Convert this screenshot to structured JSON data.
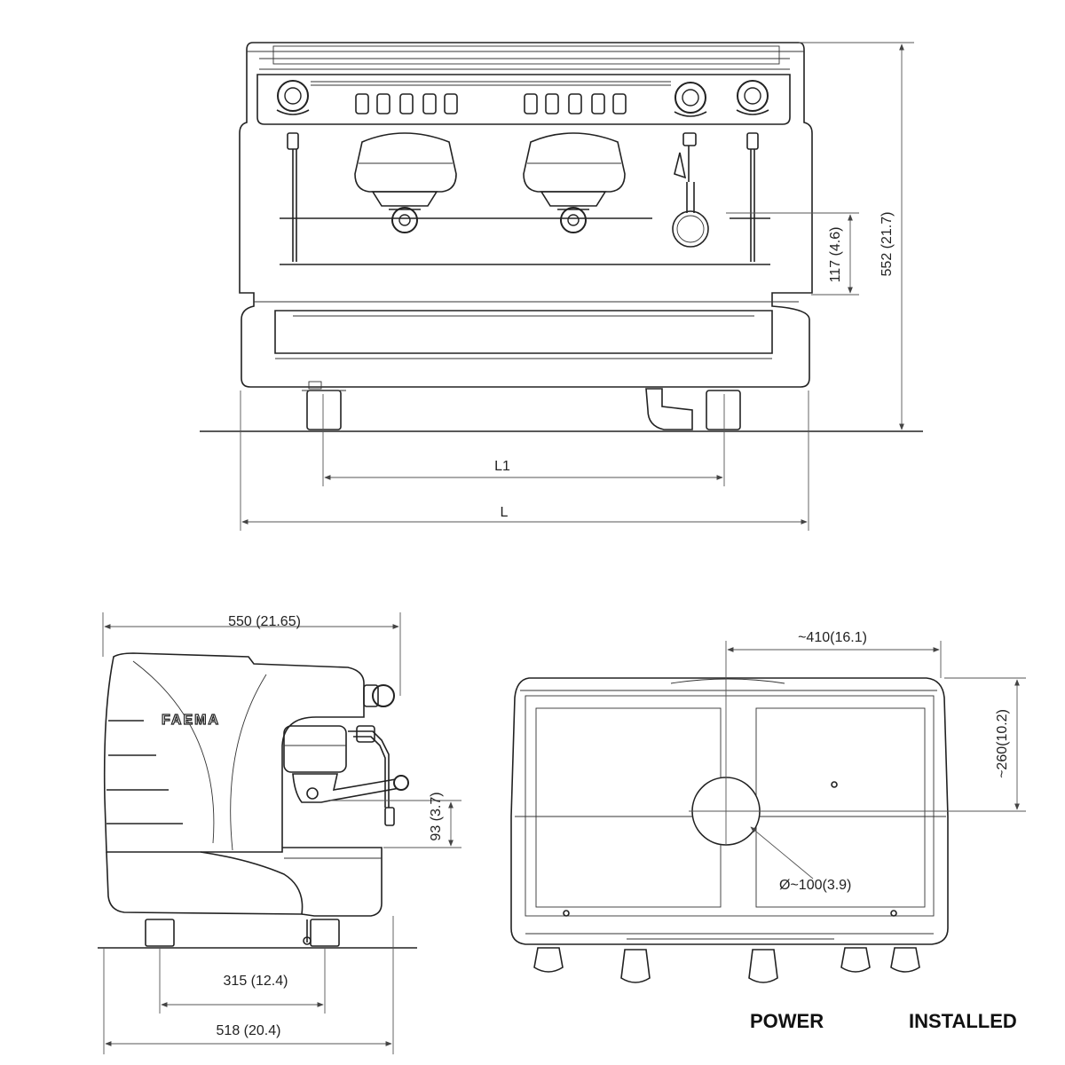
{
  "dimensions": {
    "height_front": "552 (21.7)",
    "cup_clearance": "117 (4.6)",
    "length_l1": "L1",
    "length_l": "L",
    "depth_total": "550 (21.65)",
    "height_93": "93 (3.7)",
    "feet_spacing": "315 (12.4)",
    "depth_base": "518 (20.4)",
    "rear_width_offset": "~410(16.1)",
    "rear_height_offset": "~260(10.2)",
    "rear_hole_diameter": "Ø~100(3.9)"
  },
  "brand_logo": "FAEMA",
  "footer": {
    "left_label": "POWER",
    "right_label": "INSTALLED"
  }
}
